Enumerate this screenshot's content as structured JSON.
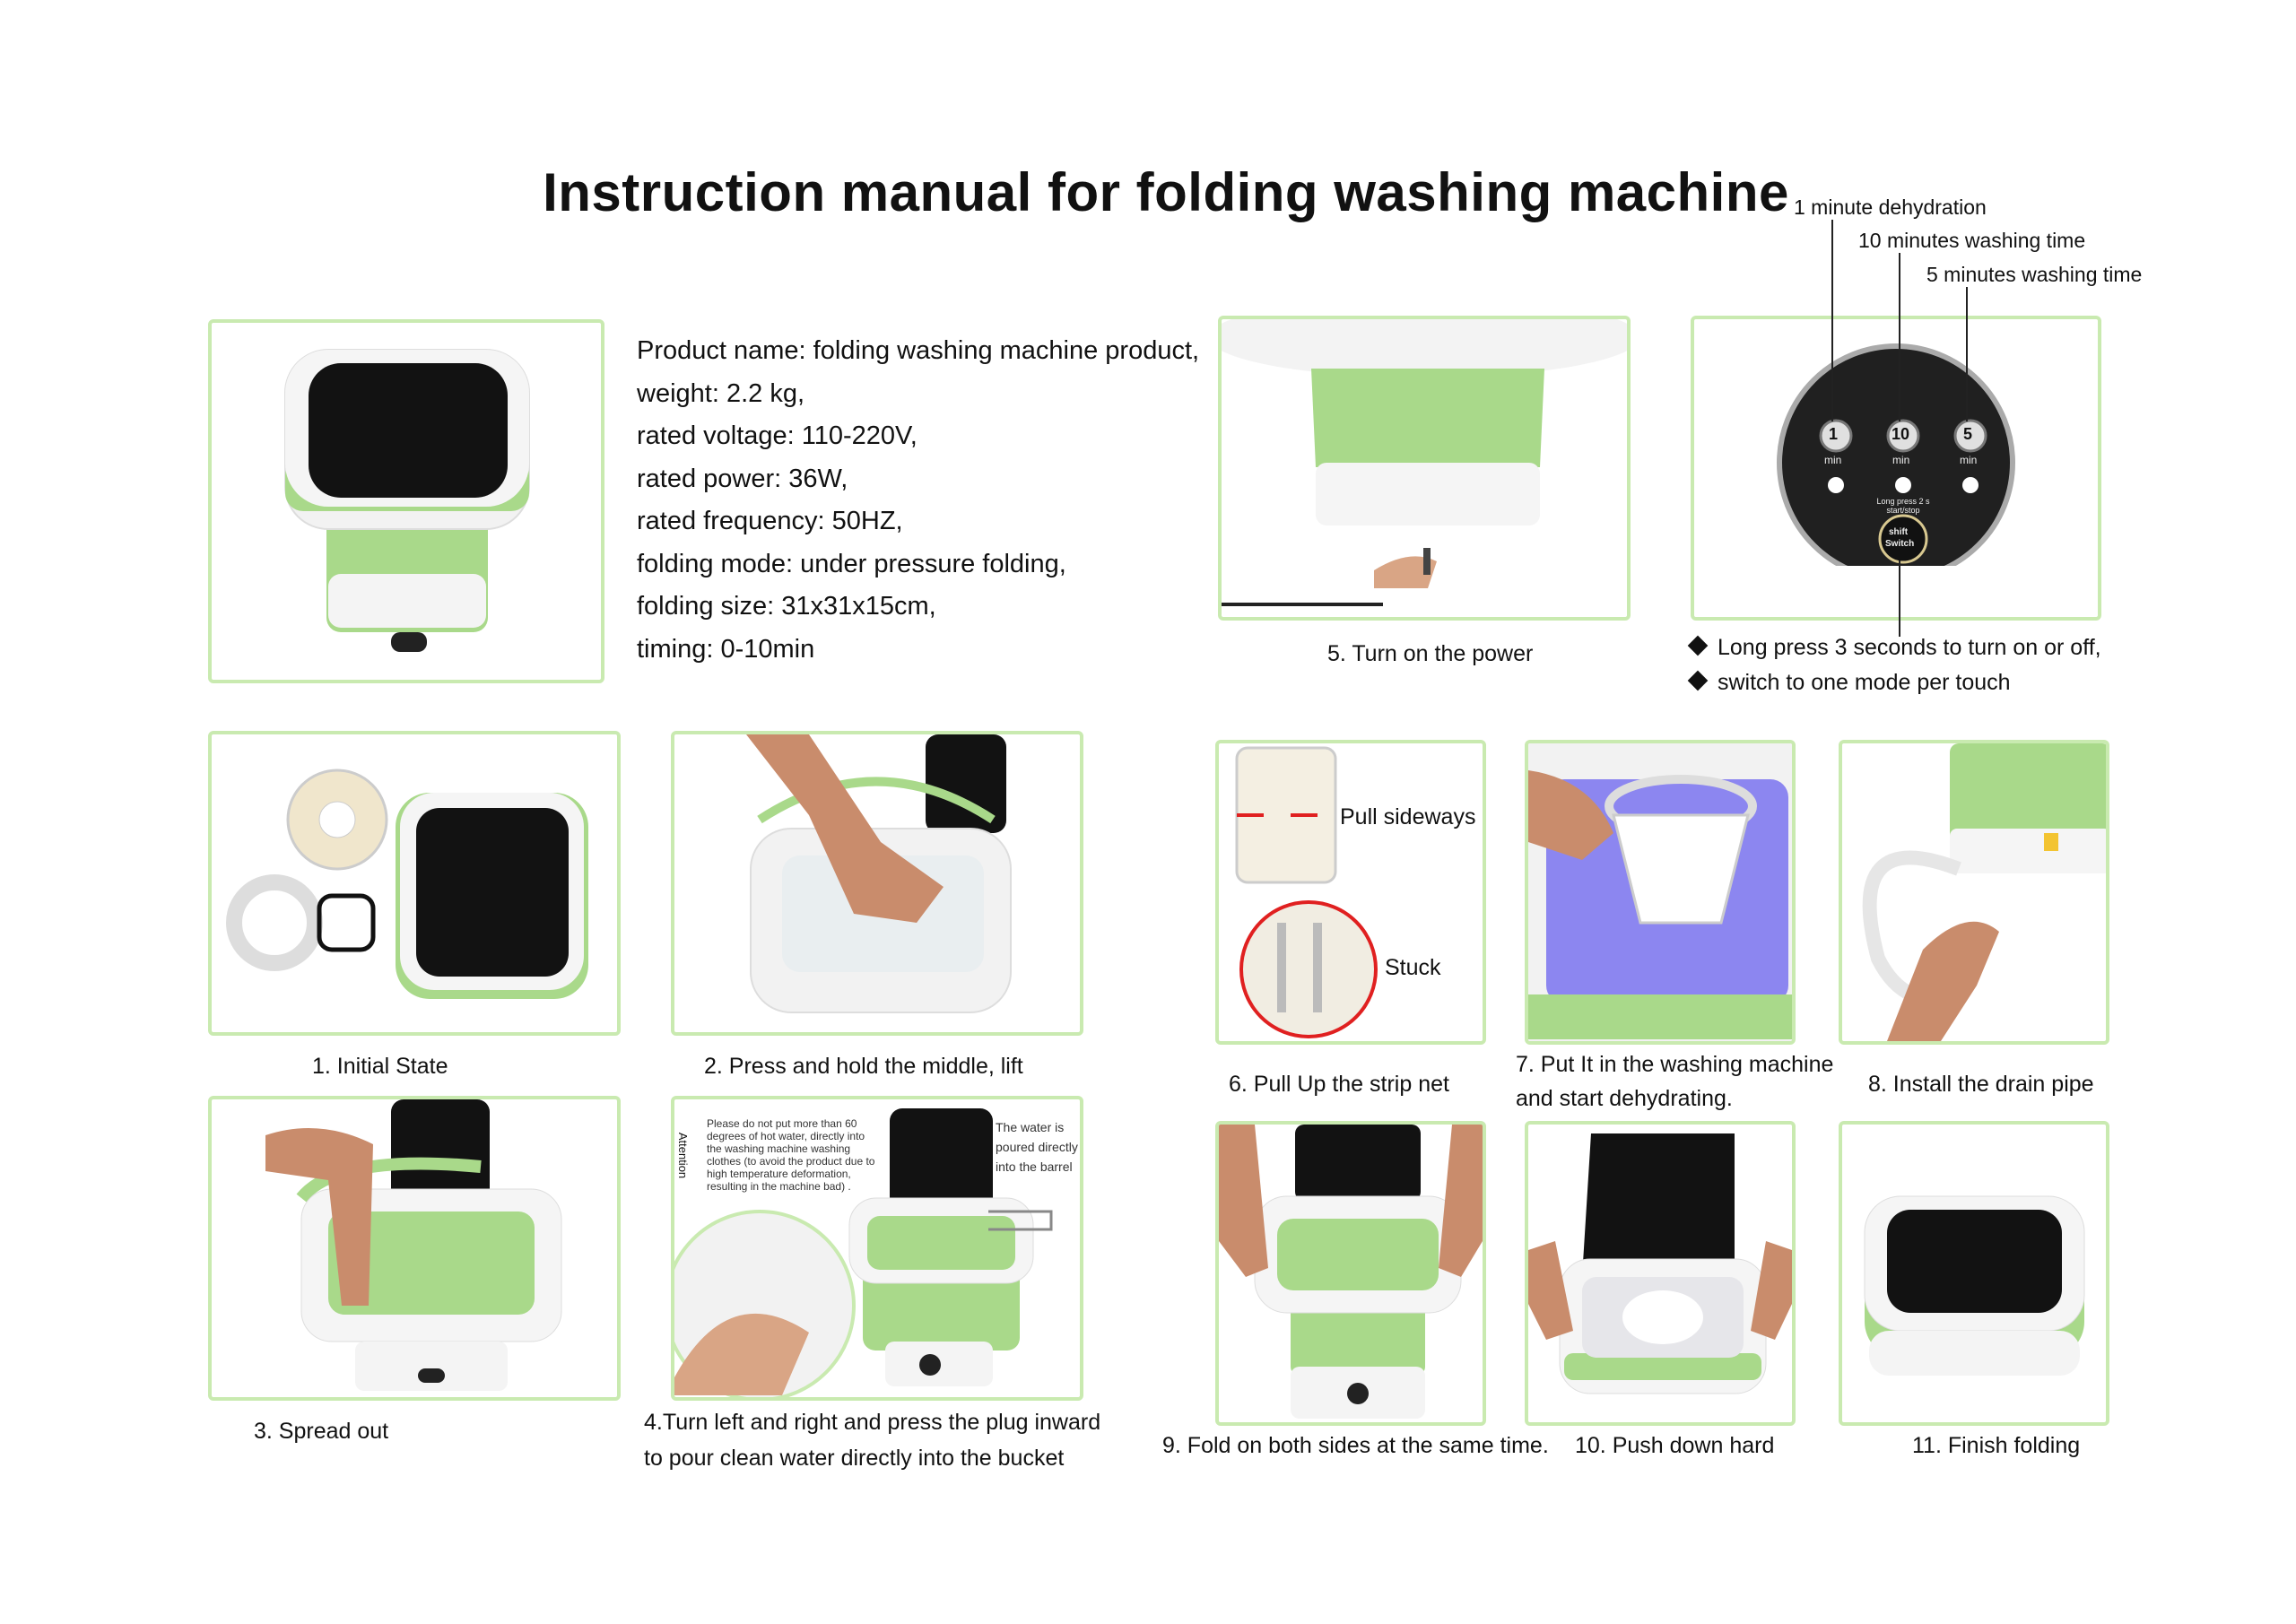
{
  "title": "Instruction manual for folding washing machine",
  "specs": [
    "Product name: folding washing machine product,",
    "weight: 2.2 kg,",
    "rated voltage: 110-220V,",
    "rated power: 36W,",
    "rated frequency: 50HZ,",
    "folding mode: under pressure folding,",
    "folding size: 31x31x15cm,",
    "timing: 0-10min"
  ],
  "control_panel": {
    "annotations": [
      "1 minute dehydration",
      "10 minutes washing time",
      "5 minutes washing time"
    ],
    "buttons": [
      {
        "number": "1",
        "unit": "min"
      },
      {
        "number": "10",
        "unit": "min"
      },
      {
        "number": "5",
        "unit": "min"
      }
    ],
    "long_press_label": "Long press 2 s start/stop",
    "switch_label_1": "shift",
    "switch_label_2": "Switch",
    "bullets": [
      "Long press 3 seconds to turn on or off,",
      "switch to one mode per touch"
    ]
  },
  "steps": {
    "s1": "1. Initial State",
    "s2": "2. Press and hold the middle, lift",
    "s3": "3. Spread out",
    "s4_line1": "4.Turn left and right and press the plug inward",
    "s4_line2": "to pour clean water directly into the bucket",
    "s5": "5. Turn on the power",
    "s6": "6. Pull Up the strip net",
    "s7_line1": "7. Put It in the washing machine",
    "s7_line2": "and start dehydrating.",
    "s8": "8. Install the drain pipe",
    "s9": "9. Fold on both sides at the same time.",
    "s10": "10. Push down hard",
    "s11": "11. Finish folding"
  },
  "step6_labels": {
    "pull": "Pull sideways",
    "stuck": "Stuck"
  },
  "step4_notes": {
    "attention": "Attention",
    "warning": "Please do not put more than 60 degrees of hot water, directly into the washing machine washing clothes (to avoid the product due to high temperature deformation, resulting in the machine bad) .",
    "poured": "The water is poured directly into the barrel"
  },
  "colors": {
    "panel_border": "#c9eab0",
    "machine_green": "#a9d98a",
    "lid_black": "#121212"
  }
}
